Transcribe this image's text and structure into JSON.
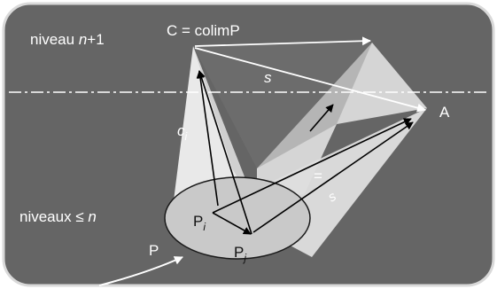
{
  "labels": {
    "level_upper": {
      "prefix": "niveau ",
      "var": "n",
      "suffix": "+1"
    },
    "level_lower": {
      "prefix": "niveaux ≤ ",
      "var": "n"
    },
    "colimit": "C = colimP",
    "apex": "A",
    "pattern": "P",
    "cone_arrow": "s",
    "link_arrow": "c",
    "link_arrow_sub": "i",
    "object_i": "P",
    "object_i_sub": "i",
    "object_j": "P",
    "object_j_sub": "j",
    "equals": "=",
    "cone_side": "s"
  },
  "colors": {
    "canvas": "#ffffff",
    "panel": "#656565",
    "panel_border": "#d9d9d9",
    "cone_light": "#ececec",
    "cone_mid": "#d0d0d0",
    "cone_shade": "#8f8f8f",
    "ellipse": "#c9c9c9",
    "arrow_dark": "#000000",
    "arrow_light": "#ffffff",
    "divider": "#ffffff"
  }
}
